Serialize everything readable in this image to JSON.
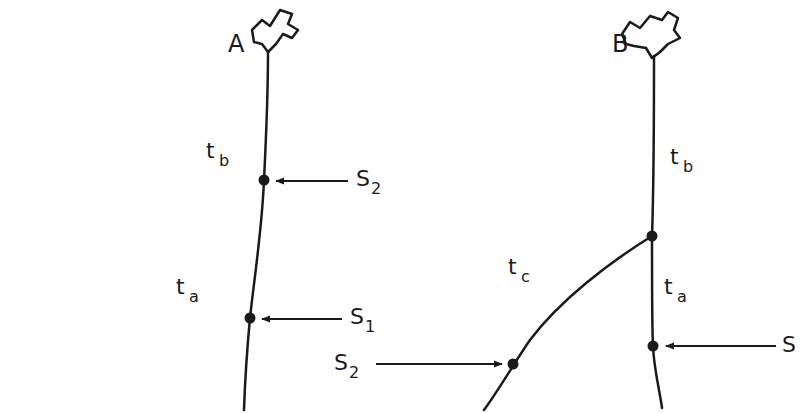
{
  "diagram": {
    "labels": [
      "A",
      "B",
      "t",
      "b",
      "S",
      "2",
      "t",
      "a",
      "S",
      "1",
      "t",
      "b",
      "t",
      "c",
      "t",
      "a",
      "S",
      "2",
      "S"
    ]
  }
}
